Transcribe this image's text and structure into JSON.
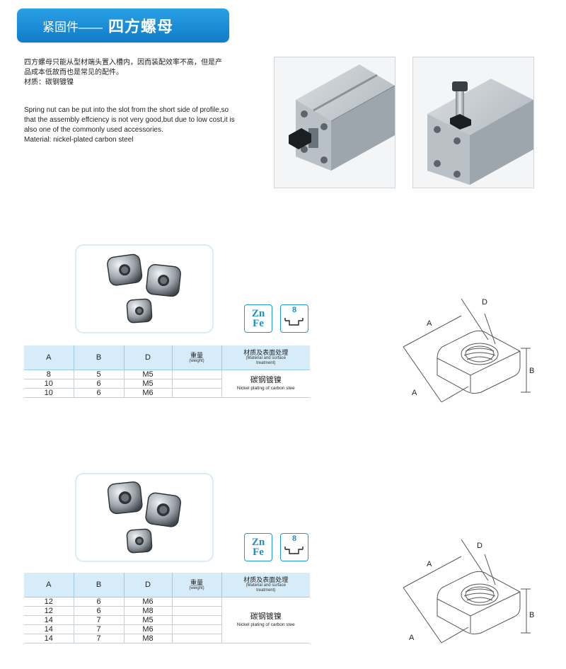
{
  "header": {
    "title_small": "紧固件——",
    "title_big": "四方螺母"
  },
  "description": {
    "cn_lines": [
      "四方螺母只能从型材端头置入槽内，因而装配效率不高，但是产",
      "品成本低故而也是常见的配件。",
      "材质：碳钢镀镍"
    ],
    "en_lines": [
      "Spring nut can be put into the slot from the short side of profile,so",
      "that the assembly effciency is not very good,but due to low cost,it is",
      "also one of the commonly used accessories.",
      "Material: nickel-plated carbon steel"
    ]
  },
  "badges": {
    "zn": "Zn",
    "fe": "Fe",
    "slot": "8"
  },
  "table_headers": {
    "a": "A",
    "b": "B",
    "d": "D",
    "weight": "重量",
    "weight_en": "(weight)",
    "material": "材质及表面处理",
    "material_en_1": "(Material and surface",
    "material_en_2": "treatment)"
  },
  "material_value": {
    "cn": "碳钢镀镍",
    "en": "Nickel plating of carbon stee"
  },
  "table1": {
    "rows": [
      {
        "a": "8",
        "b": "5",
        "d": "M5",
        "w": ""
      },
      {
        "a": "10",
        "b": "6",
        "d": "M5",
        "w": ""
      },
      {
        "a": "10",
        "b": "6",
        "d": "M6",
        "w": ""
      }
    ]
  },
  "table2": {
    "rows": [
      {
        "a": "12",
        "b": "6",
        "d": "M6",
        "w": ""
      },
      {
        "a": "12",
        "b": "6",
        "d": "M8",
        "w": ""
      },
      {
        "a": "14",
        "b": "7",
        "d": "M5",
        "w": ""
      },
      {
        "a": "14",
        "b": "7",
        "d": "M6",
        "w": ""
      },
      {
        "a": "14",
        "b": "7",
        "d": "M8",
        "w": ""
      }
    ]
  },
  "diagram_labels": {
    "a": "A",
    "b": "B",
    "d": "D"
  },
  "colors": {
    "accent": "#1a8fd4",
    "table_header": "#d6ecf8"
  }
}
